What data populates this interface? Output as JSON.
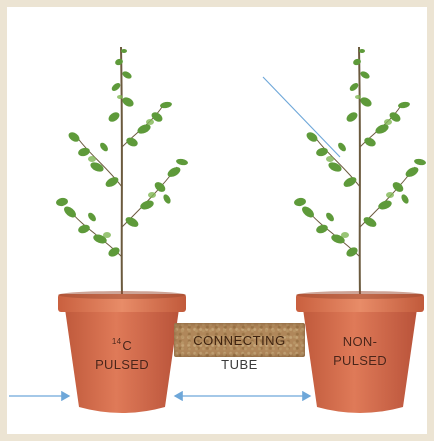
{
  "labels": {
    "left_pot_superscript": "14",
    "left_pot_line1": "C",
    "left_pot_line2": "PULSED",
    "right_pot_line1": "NON-",
    "right_pot_line2": "PULSED",
    "tube_line1": "CONNECTING",
    "tube_line2": "TUBE"
  },
  "colors": {
    "background": "#ece4d3",
    "pot": "#d46a4a",
    "pot_rim": "#e07a58",
    "arrow": "#6ea7d9",
    "leaf": "#5e9a3a",
    "text": "#4b2418"
  },
  "icons": {
    "left_plant": "sapling-in-terracotta-pot",
    "right_plant": "sapling-in-terracotta-pot",
    "arrows": "double-headed-arrow"
  }
}
